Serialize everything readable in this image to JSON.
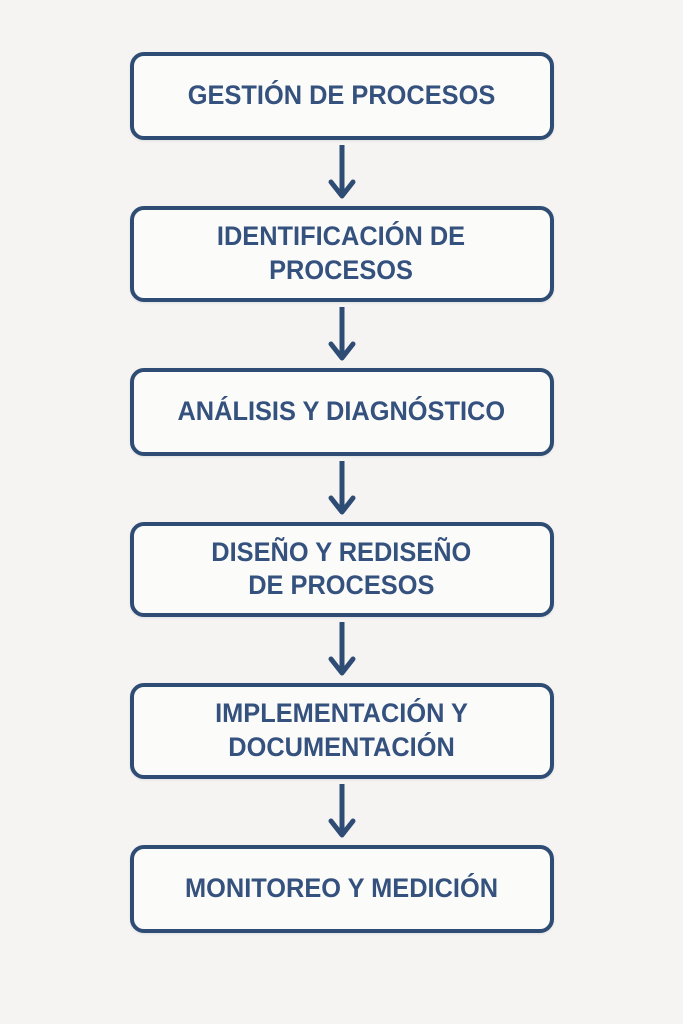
{
  "theme": {
    "background": "#f5f4f2",
    "box_fill": "#fbfbfa",
    "accent": "#2f4d74",
    "text_color": "#35517d"
  },
  "flowchart": {
    "type": "vertical-flow",
    "connector": "arrow-down",
    "steps": [
      {
        "label": "GESTIÓN DE PROCESOS"
      },
      {
        "label": "IDENTIFICACIÓN DE\nPROCESOS"
      },
      {
        "label": "ANÁLISIS Y DIAGNÓSTICO"
      },
      {
        "label": "DISEÑO Y REDISEÑO\nDE PROCESOS"
      },
      {
        "label": "IMPLEMENTACIÓN Y\nDOCUMENTACIÓN"
      },
      {
        "label": "MONITOREO Y MEDICIÓN"
      }
    ]
  }
}
